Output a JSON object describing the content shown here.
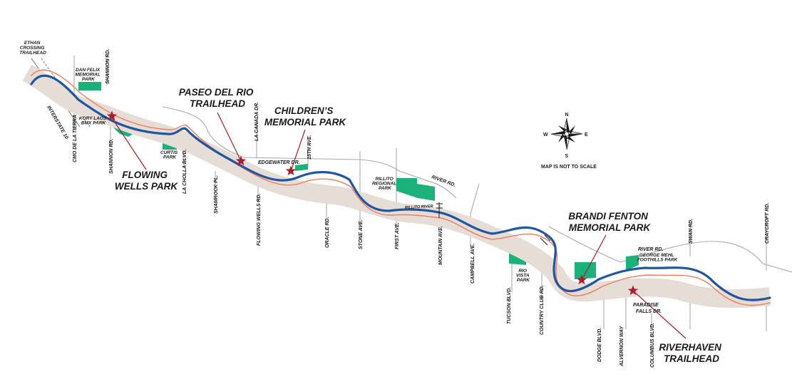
{
  "colors": {
    "corridor": "#e6ddd6",
    "river": "#1e56a0",
    "path": "#f07a5a",
    "road": "#aaaaaa",
    "park": "#1ab27a",
    "star": "#a81e2d",
    "leader": "#a81e2d",
    "text": "#1a1a1a"
  },
  "map": {
    "scale_note": "MAP IS NOT TO SCALE",
    "compass": {
      "n": "N",
      "s": "S",
      "e": "E",
      "w": "W"
    },
    "features": [
      {
        "name": "ethan-crossing",
        "lines": [
          "ETHAN",
          "CROSSING",
          "TRAILHEAD"
        ]
      },
      {
        "name": "flowing-wells-park",
        "lines": [
          "FLOWING",
          "WELLS PARK"
        ]
      },
      {
        "name": "paseo-del-rio-trailhead",
        "lines": [
          "PASEO DEL RIO",
          "TRAILHEAD"
        ]
      },
      {
        "name": "childrens-memorial-park",
        "lines": [
          "CHILDREN’S",
          "MEMORIAL PARK"
        ]
      },
      {
        "name": "brandi-fenton-memorial-park",
        "lines": [
          "BRANDI FENTON",
          "MEMORIAL PARK"
        ]
      },
      {
        "name": "riverhaven-trailhead",
        "lines": [
          "RIVERHAVEN",
          "TRAILHEAD"
        ]
      }
    ],
    "parks": [
      {
        "name": "dan-felix-memorial-park",
        "lines": [
          "DAN FELIX",
          "MEMORIAL",
          "PARK"
        ]
      },
      {
        "name": "kory-laos-bmx-park",
        "lines": [
          "KORY LAOS",
          "BMX PARK"
        ]
      },
      {
        "name": "curtis-park",
        "lines": [
          "CURTIS",
          "PARK"
        ]
      },
      {
        "name": "rillito-regional-park",
        "lines": [
          "RILLITO",
          "REGIONAL",
          "PARK"
        ]
      },
      {
        "name": "rio-vista-park",
        "lines": [
          "RIO",
          "VISTA",
          "PARK"
        ]
      },
      {
        "name": "george-mehl-foothills-park",
        "lines": [
          "GEORGE MEHL",
          "FOOTHILLS PARK"
        ]
      }
    ],
    "streets": {
      "interstate": "INTERSTATE 10",
      "camino_de_la_tierra": "CMO DE LA TIERRA",
      "shannon_north": "SHANNON RD.",
      "shannon_south": "SHANNON RD.",
      "la_cholla": "LA CHOLLA BLVD.",
      "shamrock": "SHAMROCK PL.",
      "la_canada": "LA CANADA DR.",
      "flowing_wells": "FLOWING WELLS RD.",
      "edgewater": "EDGEWATER DR.",
      "fifteenth": "15TH AVE.",
      "oracle": "ORACLE RD.",
      "stone": "STONE AVE.",
      "first": "FIRST AVE.",
      "river_rd_west": "RIVER RD.",
      "rillito_river": "RILLITO RIVER",
      "mountain": "MOUNTAIN AVE.",
      "campbell": "CAMPBELL AVE.",
      "tucson": "TUCSON BLVD.",
      "country_club": "COUNTRY CLUB RD.",
      "dodge": "DODGE BLVD.",
      "alvernon": "ALVERNON WAY",
      "paradise_falls": [
        "PARADISE",
        "FALLS DR."
      ],
      "columbus": "COLUMBUS BLVD.",
      "river_rd_east": "RIVER RD.",
      "swan": "SWAN RD.",
      "craycroft": "CRAYCROFT RD."
    }
  }
}
